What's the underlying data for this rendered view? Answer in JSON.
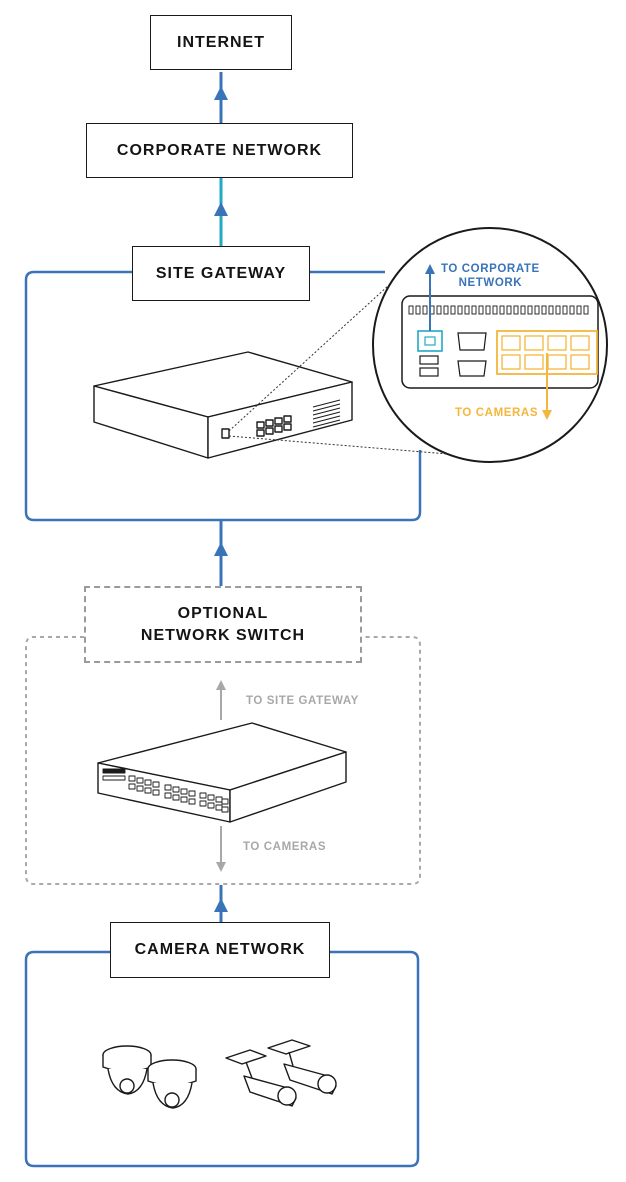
{
  "nodes": {
    "internet": "INTERNET",
    "corporate_network": "CORPORATE NETWORK",
    "site_gateway": "SITE GATEWAY",
    "optional_switch_line1": "OPTIONAL",
    "optional_switch_line2": "NETWORK SWITCH",
    "camera_network": "CAMERA NETWORK"
  },
  "detail_labels": {
    "to_corporate_line1": "TO CORPORATE",
    "to_corporate_line2": "NETWORK",
    "to_cameras": "TO CAMERAS"
  },
  "switch_labels": {
    "to_site_gateway": "TO SITE GATEWAY",
    "to_cameras": "TO CAMERAS"
  },
  "colors": {
    "blue": "#3a74b8",
    "teal": "#22a9c6",
    "orange": "#f4b63c",
    "gray": "#a8a8a8",
    "ink": "#1a1a1a"
  }
}
